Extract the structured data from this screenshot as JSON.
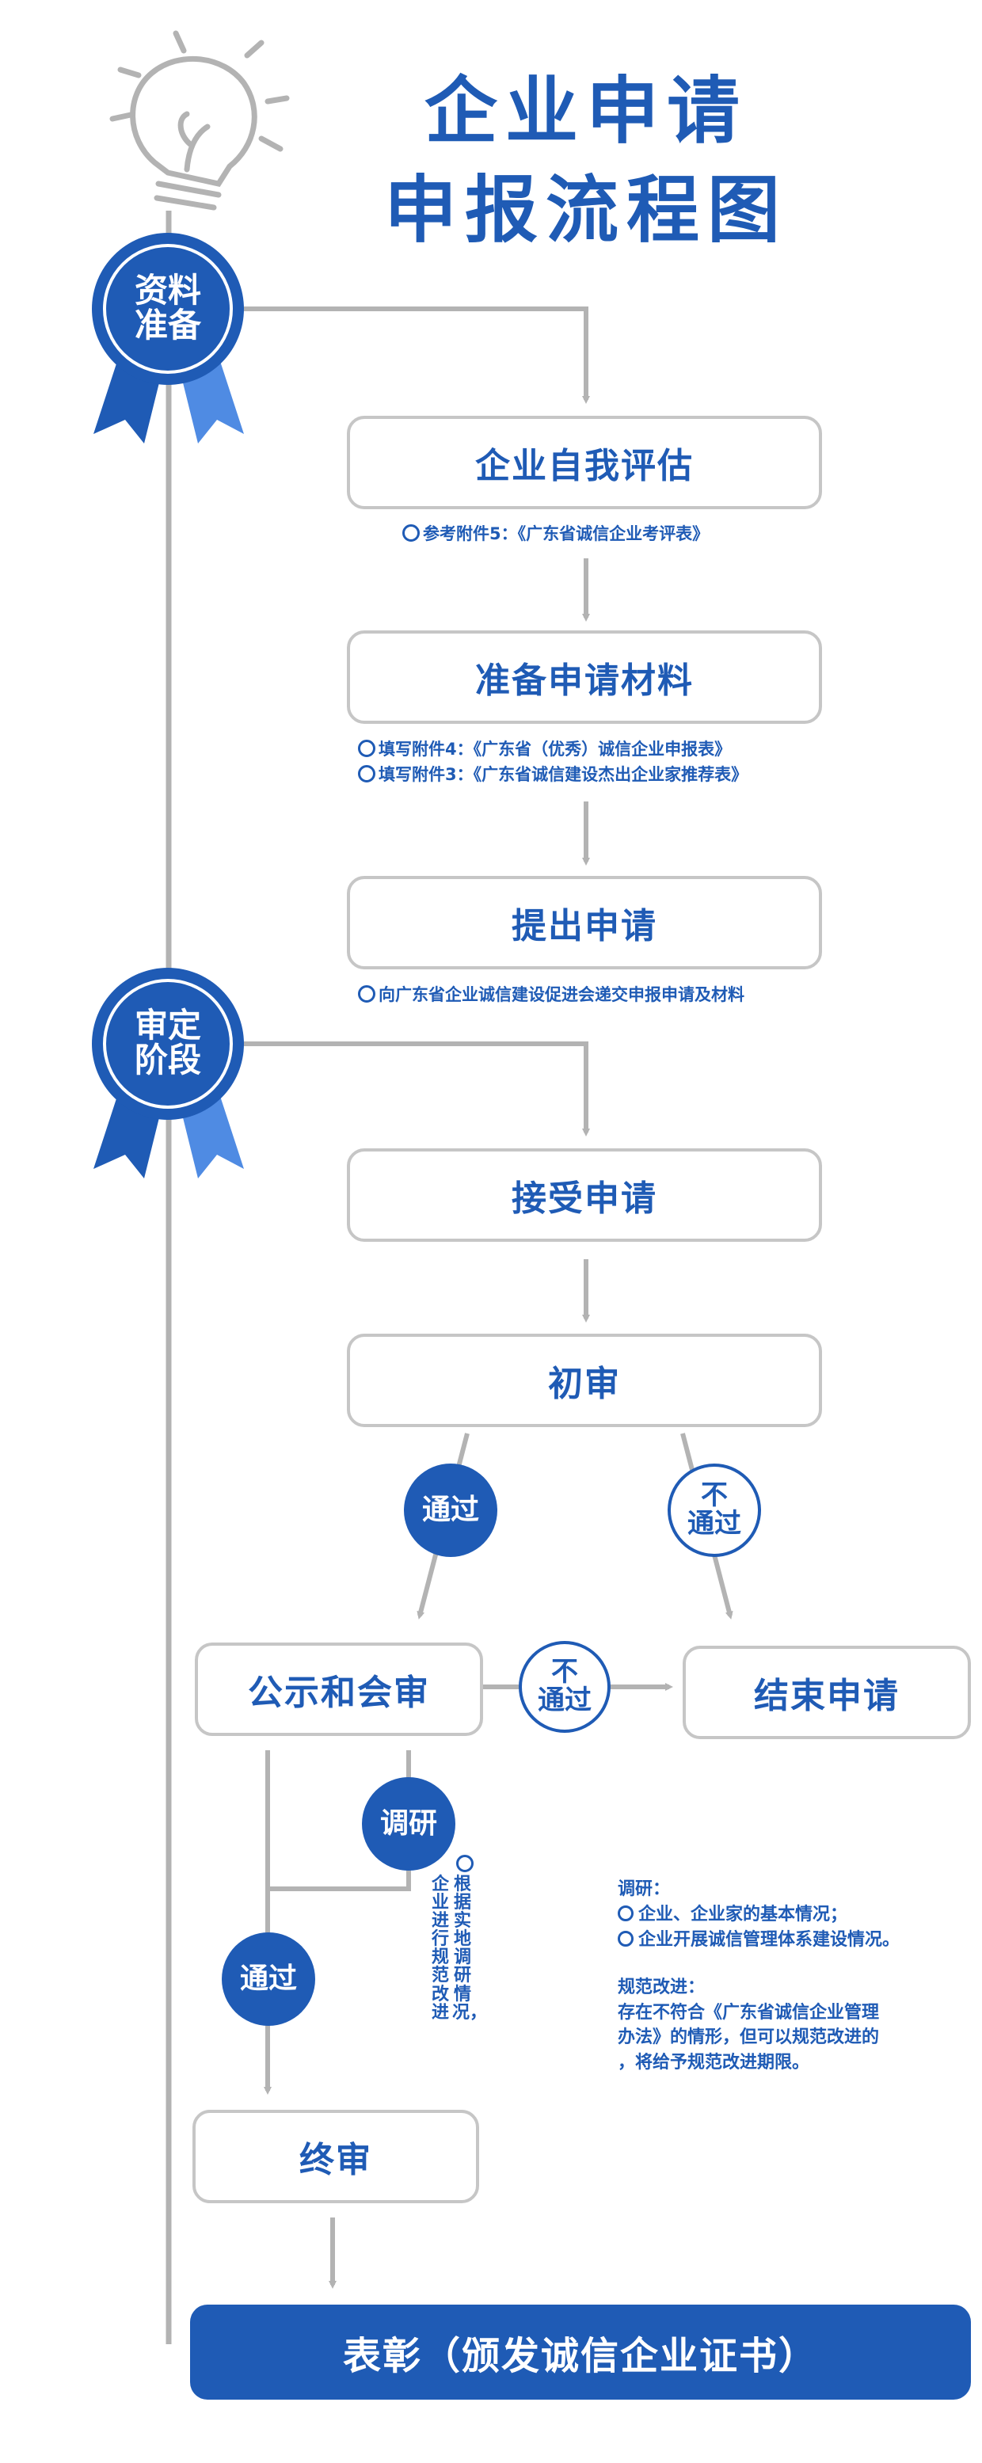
{
  "title": {
    "line1": "企业申请",
    "line2": "申报流程图"
  },
  "stages": {
    "prepare": "资料\n准备",
    "review": "审定\n阶段"
  },
  "steps": {
    "self_assess": "企业自我评估",
    "prepare_materials": "准备申请材料",
    "submit": "提出申请",
    "accept": "接受申请",
    "initial_review": "初审",
    "publicity": "公示和会审",
    "end": "结束申请",
    "final_review": "终审",
    "commend": "表彰（颁发诚信企业证书）"
  },
  "notes": {
    "ref5": "参考附件5：《广东省诚信企业考评表》",
    "fill4": "填写附件4：《广东省（优秀）诚信企业申报表》",
    "fill3": "填写附件3：《广东省诚信建设杰出企业家推荐表》",
    "submit_to": "向广东省企业诚信建设促进会递交申报申请及材料"
  },
  "decisions": {
    "pass1": "通过",
    "fail1": "不\n通过",
    "fail2": "不\n通过",
    "research": "调研",
    "pass2": "通过"
  },
  "vertical_note": {
    "col1": "根据实地调研情况，",
    "col2": "企业进行规范改进"
  },
  "side_notes": {
    "research_head": "调研：",
    "research_items": [
      "企业、企业家的基本情况；",
      "企业开展诚信管理体系建设情况。"
    ],
    "improve_head": "规范改进：",
    "improve_text": "存在不符合《广东省诚信企业管理\n办法》的情形，但可以规范改进的\n，将给予规范改进期限。"
  },
  "colors": {
    "accent": "#1f5bb5",
    "light_accent": "#4f8be3",
    "line": "#b3b3b3",
    "border": "#c6c6c6"
  },
  "icons": {
    "bulb": "lightbulb-icon",
    "badge": "ribbon-badge-icon"
  }
}
